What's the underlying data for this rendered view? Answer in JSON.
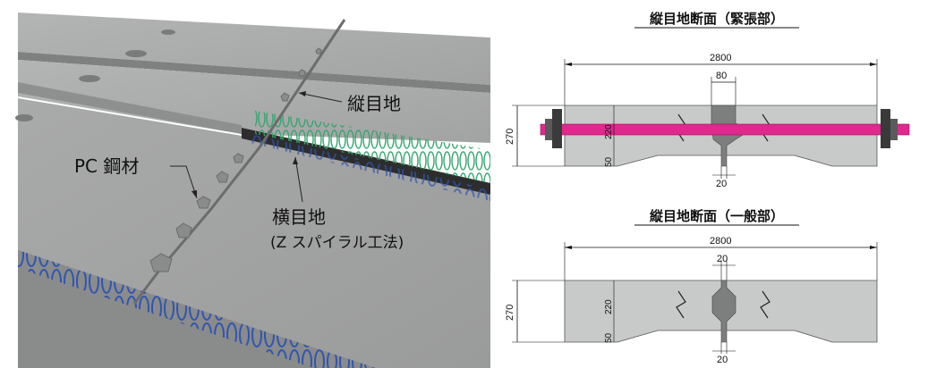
{
  "left_panel": {
    "labels": {
      "longitudinal_joint": "縦目地",
      "pc_steel": "PC 鋼材",
      "transverse_joint": "横目地",
      "transverse_method": "(Z スパイラル工法)"
    }
  },
  "top_section": {
    "title": "縦目地断面（緊張部）",
    "overall_width": "2800",
    "joint_width": "80",
    "bottom_width": "20",
    "height": "270",
    "upper_depth": "220",
    "lower_depth": "50"
  },
  "bottom_section": {
    "title": "縦目地断面（一般部）",
    "overall_width": "2800",
    "joint_width": "20",
    "bottom_width": "20",
    "height": "270",
    "upper_depth": "220",
    "lower_depth": "50"
  },
  "colors": {
    "concrete": "#c8c9c9",
    "tendon": "#e0288e",
    "anchor": "#3a3a3a",
    "green_spiral": "#33a66e",
    "blue_spiral": "#2f55b0"
  }
}
